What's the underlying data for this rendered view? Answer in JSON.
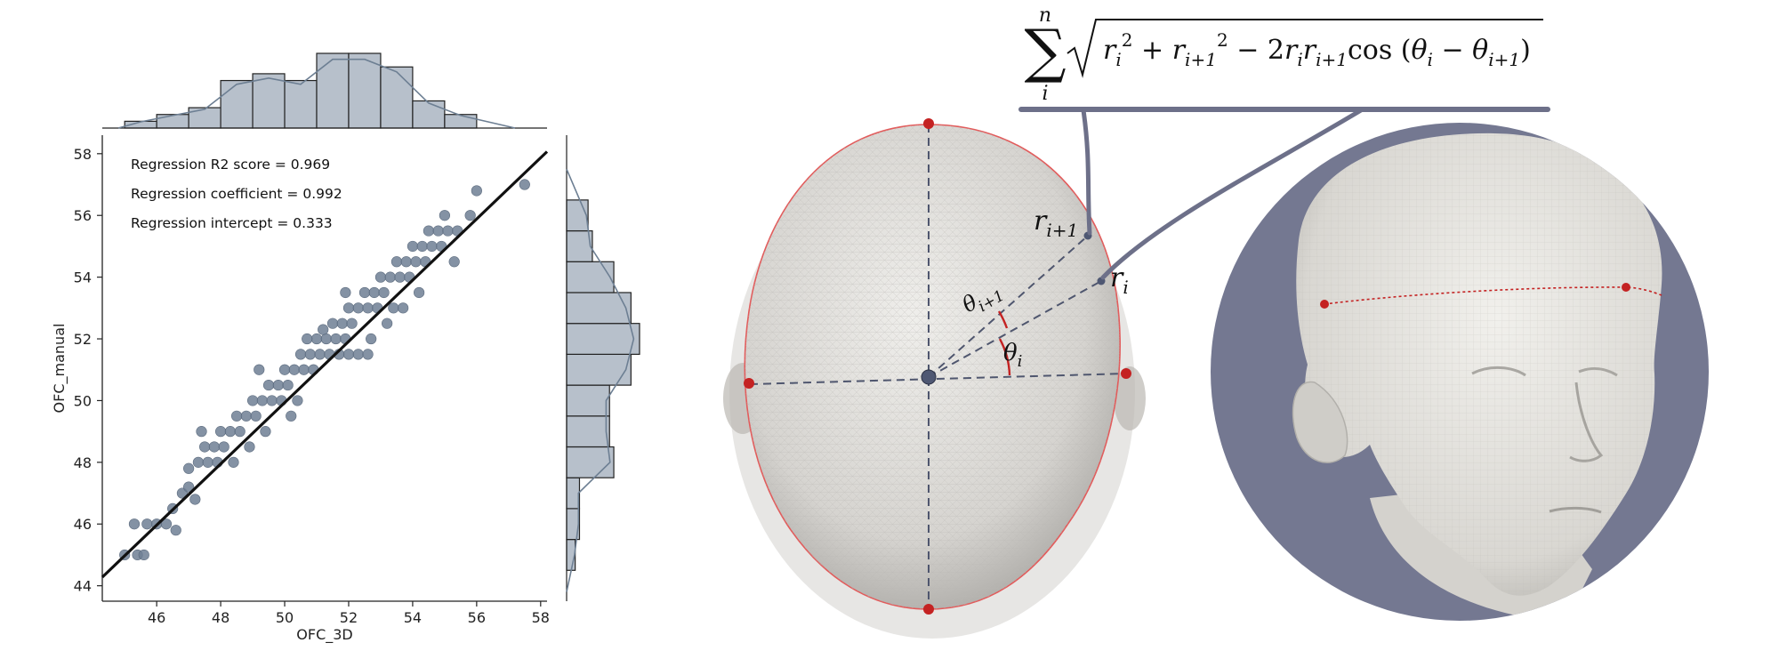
{
  "chart_data": {
    "type": "scatter",
    "xlabel": "OFC_3D",
    "ylabel": "OFC_manual",
    "xlim": [
      44.3,
      58.2
    ],
    "ylim": [
      43.5,
      58.6
    ],
    "x_ticks": [
      "46",
      "48",
      "50",
      "52",
      "54",
      "56",
      "58"
    ],
    "y_ticks": [
      "44",
      "46",
      "48",
      "50",
      "52",
      "54",
      "56",
      "58"
    ],
    "regression": {
      "slope": 0.992,
      "intercept": 0.333
    },
    "annotations": [
      "Regression R2 score = 0.969",
      "Regression coefficient = 0.992",
      "Regression intercept = 0.333"
    ],
    "point_color": "#6f7f94",
    "series": [
      {
        "points": [
          [
            45.0,
            45.0
          ],
          [
            45.4,
            45.0
          ],
          [
            45.6,
            45.0
          ],
          [
            45.3,
            46.0
          ],
          [
            45.7,
            46.0
          ],
          [
            46.0,
            46.0
          ],
          [
            46.3,
            46.0
          ],
          [
            46.6,
            45.8
          ],
          [
            46.5,
            46.5
          ],
          [
            46.8,
            47.0
          ],
          [
            47.0,
            47.2
          ],
          [
            47.2,
            46.8
          ],
          [
            47.0,
            47.8
          ],
          [
            47.3,
            48.0
          ],
          [
            47.6,
            48.0
          ],
          [
            47.9,
            48.0
          ],
          [
            47.5,
            48.5
          ],
          [
            47.8,
            48.5
          ],
          [
            48.1,
            48.5
          ],
          [
            48.4,
            48.0
          ],
          [
            48.0,
            49.0
          ],
          [
            48.3,
            49.0
          ],
          [
            48.6,
            49.0
          ],
          [
            48.9,
            48.5
          ],
          [
            48.5,
            49.5
          ],
          [
            48.8,
            49.5
          ],
          [
            49.1,
            49.5
          ],
          [
            49.4,
            49.0
          ],
          [
            49.0,
            50.0
          ],
          [
            49.3,
            50.0
          ],
          [
            49.6,
            50.0
          ],
          [
            49.9,
            50.0
          ],
          [
            49.5,
            50.5
          ],
          [
            49.8,
            50.5
          ],
          [
            50.1,
            50.5
          ],
          [
            50.4,
            50.0
          ],
          [
            50.0,
            51.0
          ],
          [
            50.3,
            51.0
          ],
          [
            50.6,
            51.0
          ],
          [
            50.9,
            51.0
          ],
          [
            50.5,
            51.5
          ],
          [
            50.8,
            51.5
          ],
          [
            51.1,
            51.5
          ],
          [
            51.4,
            51.5
          ],
          [
            51.0,
            52.0
          ],
          [
            51.3,
            52.0
          ],
          [
            51.6,
            52.0
          ],
          [
            51.9,
            52.0
          ],
          [
            51.2,
            52.3
          ],
          [
            51.5,
            52.5
          ],
          [
            51.8,
            52.5
          ],
          [
            52.1,
            52.5
          ],
          [
            51.7,
            51.5
          ],
          [
            52.0,
            51.5
          ],
          [
            52.3,
            51.5
          ],
          [
            52.6,
            51.5
          ],
          [
            52.0,
            53.0
          ],
          [
            52.3,
            53.0
          ],
          [
            52.6,
            53.0
          ],
          [
            52.9,
            53.0
          ],
          [
            52.5,
            53.5
          ],
          [
            52.8,
            53.5
          ],
          [
            53.1,
            53.5
          ],
          [
            53.4,
            53.0
          ],
          [
            53.0,
            54.0
          ],
          [
            53.3,
            54.0
          ],
          [
            53.6,
            54.0
          ],
          [
            53.9,
            54.0
          ],
          [
            53.5,
            54.5
          ],
          [
            53.8,
            54.5
          ],
          [
            54.1,
            54.5
          ],
          [
            54.4,
            54.5
          ],
          [
            54.0,
            55.0
          ],
          [
            54.3,
            55.0
          ],
          [
            54.6,
            55.0
          ],
          [
            54.9,
            55.0
          ],
          [
            54.5,
            55.5
          ],
          [
            54.8,
            55.5
          ],
          [
            55.1,
            55.5
          ],
          [
            55.4,
            55.5
          ],
          [
            55.0,
            56.0
          ],
          [
            55.8,
            56.0
          ],
          [
            56.0,
            56.8
          ],
          [
            57.5,
            57.0
          ],
          [
            49.2,
            51.0
          ],
          [
            50.7,
            52.0
          ],
          [
            51.9,
            53.5
          ],
          [
            53.2,
            52.5
          ],
          [
            54.2,
            53.5
          ],
          [
            55.3,
            54.5
          ],
          [
            47.4,
            49.0
          ],
          [
            50.2,
            49.5
          ],
          [
            52.7,
            52.0
          ],
          [
            53.7,
            53.0
          ]
        ]
      }
    ],
    "top_histogram": {
      "bin_edges": [
        45.0,
        46.0,
        47.0,
        48.0,
        49.0,
        50.0,
        51.0,
        52.0,
        53.0,
        54.0,
        55.0,
        56.0
      ],
      "counts": [
        1,
        2,
        3,
        7,
        8,
        7,
        11,
        11,
        9,
        4,
        2
      ]
    },
    "right_histogram": {
      "bin_edges": [
        44.5,
        45.5,
        46.5,
        47.5,
        48.5,
        49.5,
        50.5,
        51.5,
        52.5,
        53.5,
        54.5,
        55.5,
        56.5
      ],
      "counts": [
        2,
        3,
        3,
        11,
        10,
        10,
        15,
        17,
        15,
        11,
        6,
        5
      ]
    }
  },
  "diagram": {
    "formula": {
      "sum_upper": "n",
      "sum_lower": "i",
      "radicand": "r_i^2 + r_{i+1}^2 − 2 r_i r_{i+1} cos(θ_i − θ_{i+1})"
    },
    "labels": {
      "r_next": "r",
      "r_next_sub": "i+1",
      "r_i": "r",
      "r_i_sub": "i",
      "theta_next": "θ",
      "theta_next_sub": "i+1",
      "theta_i": "θ",
      "theta_i_sub": "i"
    },
    "colors": {
      "accent_red": "#c42222",
      "connector": "#6d7089",
      "disc": "#747891",
      "mesh": "#dcdad6"
    }
  }
}
